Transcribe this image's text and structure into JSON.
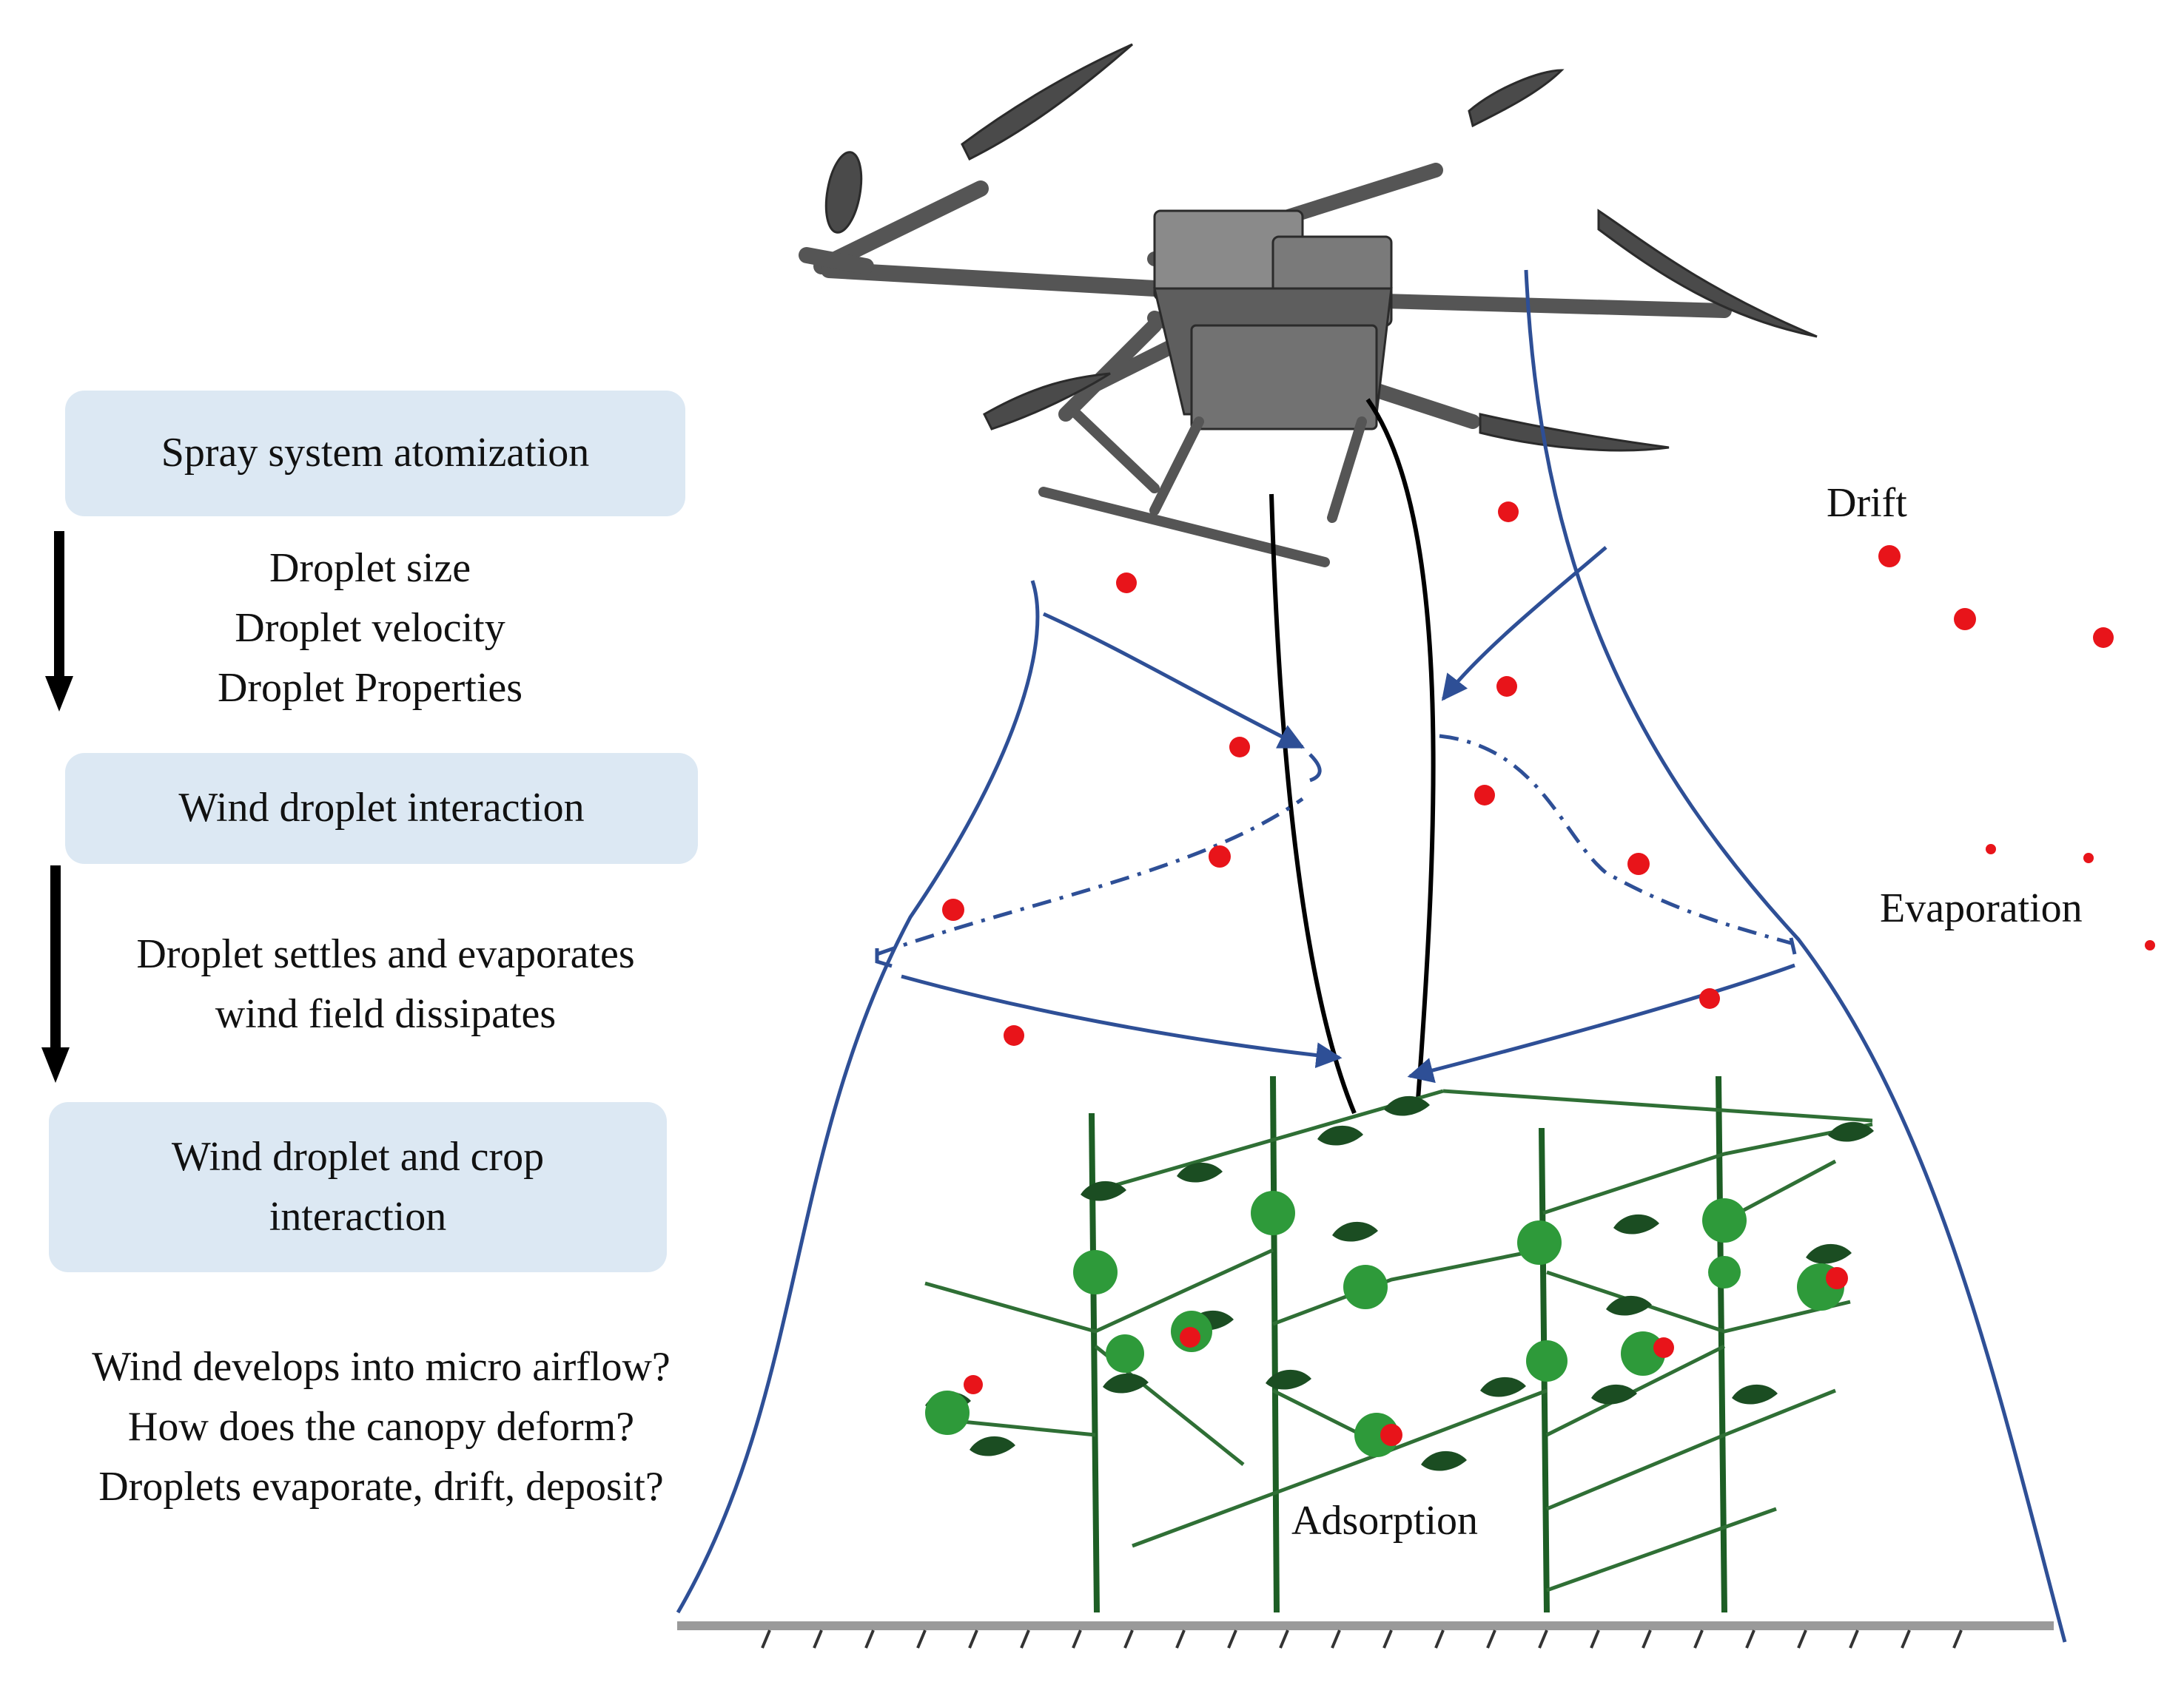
{
  "flow": {
    "step1": "Spray system atomization",
    "props": [
      "Droplet size",
      "Droplet velocity",
      "Droplet Properties"
    ],
    "step2": "Wind droplet interaction",
    "settle": [
      "Droplet settles and evaporates",
      "wind field dissipates"
    ],
    "step3": [
      "Wind droplet and crop",
      "interaction"
    ],
    "questions": [
      "Wind develops into micro airflow?",
      "How does the canopy deform?",
      "Droplets evaporate, drift, deposit?"
    ]
  },
  "scene": {
    "drift_label": "Drift",
    "evaporation_label": "Evaporation",
    "adsorption_label": "Adsorption"
  },
  "colors": {
    "box_fill": "#dce8f3",
    "wind_line": "#2e4f96",
    "droplet": "#e8141a",
    "leaf": "#2e9a3a",
    "stem": "#1d5e25",
    "ground": "#9a9a9a"
  }
}
